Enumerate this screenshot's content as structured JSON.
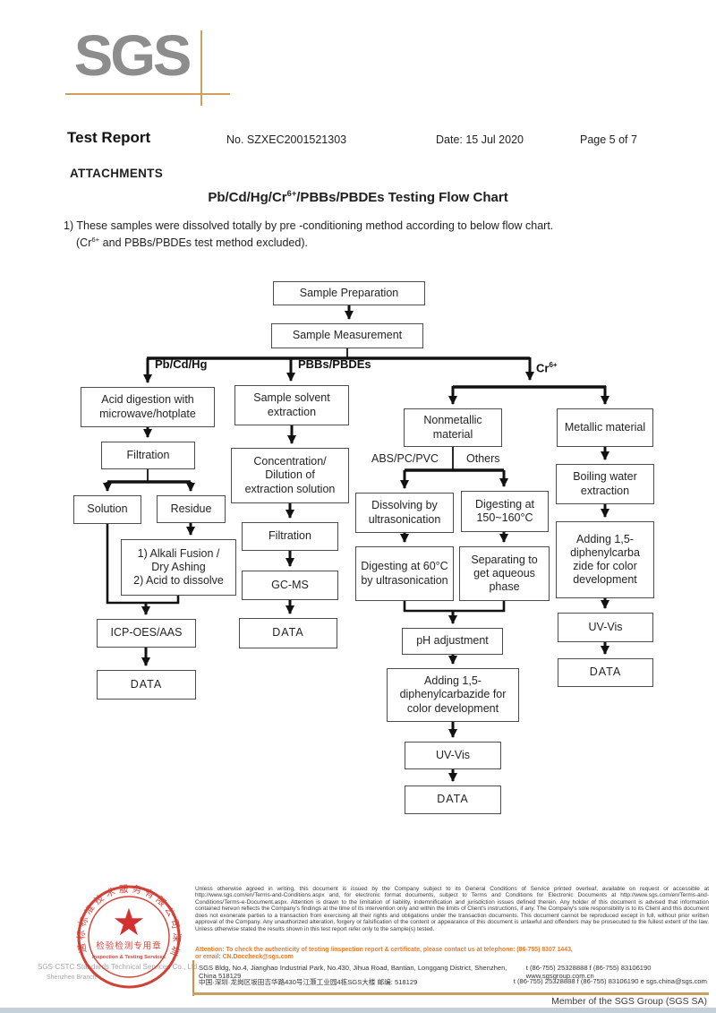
{
  "header": {
    "logo": "SGS",
    "report_title": "Test Report",
    "report_no": "No. SZXEC2001521303",
    "date": "Date: 15 Jul 2020",
    "page": "Page 5 of 7",
    "attachments": "ATTACHMENTS",
    "chart_title": {
      "pre": "Pb/Cd/Hg/Cr",
      "sup": "6+",
      "post": "/PBBs/PBDEs Testing Flow Chart"
    },
    "intro1": "1) These samples were dissolved totally by pre -conditioning method according to below flow chart.",
    "intro2": {
      "pre": "(Cr",
      "sup": "6+",
      "post": " and PBBs/PBDEs test method excluded)."
    }
  },
  "flowchart": {
    "branch_labels": {
      "pb_cd_hg": "Pb/Cd/Hg",
      "pbbs_pbdes": "PBBs/PBDEs",
      "cr": {
        "base": "Cr",
        "sup": "6+"
      },
      "abs_pc_pvc": "ABS/PC/PVC",
      "others": "Others"
    },
    "nodes": {
      "sample_preparation": "Sample Preparation",
      "sample_measurement": "Sample Measurement",
      "acid_digestion": "Acid digestion with microwave/hotplate",
      "filtration1": "Filtration",
      "solution": "Solution",
      "residue": "Residue",
      "alkali": {
        "lines": [
          "1) Alkali Fusion /",
          "Dry Ashing",
          "2) Acid to dissolve"
        ]
      },
      "icp": "ICP-OES/AAS",
      "data_left": "DATA",
      "solvent_extraction": "Sample solvent extraction",
      "concentration": {
        "lines": [
          "Concentration/",
          "Dilution of",
          "extraction solution"
        ]
      },
      "filtration2": "Filtration",
      "gcms": "GC-MS",
      "data_middle": "DATA",
      "nonmetallic": "Nonmetallic material",
      "metallic": "Metallic material",
      "dissolving": "Dissolving by ultrasonication",
      "digesting150": "Digesting at 150~160°C",
      "digesting60": "Digesting at 60°C by ultrasonication",
      "separating": "Separating to get aqueous phase",
      "ph_adjustment": "pH adjustment",
      "adding_dpc_mid": {
        "lines": [
          "Adding 1,5-",
          "diphenylcarbazide for",
          "color development"
        ]
      },
      "uv_vis_mid": "UV-Vis",
      "data_cr_nonmetal": "DATA",
      "boiling": "Boiling water extraction",
      "adding_dpc_right": {
        "lines": [
          "Adding 1,5-",
          "diphenylcarba",
          "zide for color",
          "development"
        ]
      },
      "uv_vis_right": "UV-Vis",
      "data_cr_metal": "DATA"
    }
  },
  "footer": {
    "stamp": {
      "ring_text": "通标标准技术服务有限公司深圳分公司",
      "center_cn": "检验检测专用章",
      "center_en": "Inspection & Testing Services"
    },
    "company_line1": "SGS-CSTC Standards Technical Services Co., Ltd.",
    "company_line2": "Shenzhen Branch",
    "disclaimer": "Unless otherwise agreed in writing, this document is issued by the Company subject to its General Conditions of Service printed overleaf, available on request or accessible at http://www.sgs.com/en/Terms-and-Conditions.aspx and, for electronic format documents, subject to Terms and Conditions for Electronic Documents at http://www.sgs.com/en/Terms-and-Conditions/Terms-e-Document.aspx. Attention is drawn to the limitation of liability, indemnification and jurisdiction issues defined therein. Any holder of this document is advised that information contained hereon reflects the Company's findings at the time of its intervention only and within the limits of Client's instructions, if any. The Company's sole responsibility is to its Client and this document does not exonerate parties to a transaction from exercising all their rights and obligations under the transaction documents. This document cannot be reproduced except in full, without prior written approval of the Company. Any unauthorized alteration, forgery or falsification of the content or appearance of this document is unlawful and offenders may be prosecuted to the fullest extent of the law. Unless otherwise stated the results shown in this test report refer only to the sample(s) tested.",
    "attention1": "Attention: To check the authenticity of testing /inspection report & certificate, please contact us at telephone: (86-755) 8307 1443,",
    "attention2": "or email: CN.Doccheck@sgs.com",
    "address_en": "SGS Bldg, No.4, Jianghao Industrial Park, No.430, Jihua Road, Bantian, Longgang District, Shenzhen, China 518129",
    "address_en_contact": "t (86-755) 25328888   f (86-755) 83106190   www.sgsgroup.com.cn",
    "address_cn": "中国·深圳·龙岗区坂田吉华路430号江灏工业园4栋SGS大楼    邮编: 518129",
    "address_cn_contact": "t (86-755) 25328888   f (86-755) 83106190   e sgs.china@sgs.com",
    "member": "Member of the SGS Group (SGS SA)"
  }
}
